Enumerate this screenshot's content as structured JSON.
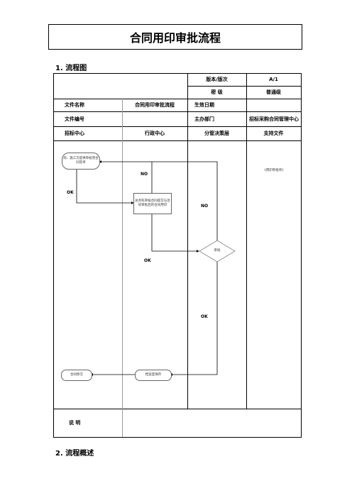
{
  "doc": {
    "title": "合同用印审批流程",
    "section1": "1.   流程图",
    "section2": "2.   流程概述"
  },
  "header": {
    "version_label": "版本/版次",
    "version_value": "A/1",
    "secret_label": "密      级",
    "secret_value": "普通级",
    "name_label": "文件名称",
    "name_value": "合同用印审批流程",
    "effective_label": "生效日期",
    "effective_value": "",
    "number_label": "文件编号",
    "number_value": "",
    "owner_label": "主办部门",
    "owner_value": "招标采购合同管理中心"
  },
  "lanes": [
    "招标中心",
    "行政中心",
    "分管决策层",
    "支持文件"
  ],
  "flow": {
    "start_node": "商、施工方提供审核完合同签单",
    "stamp_node": "总务科审核合同提交与合同审批后的合同用印",
    "review_node": "审批",
    "archive_node": "档案室保存",
    "end_node": "合同移交",
    "support_doc": "《用印审批单》",
    "labels": {
      "ok1": "OK",
      "no1": "NO",
      "no2": "NO",
      "ok2": "OK",
      "ok3": "OK"
    }
  },
  "footer": {
    "note_label": "说   明",
    "note_value": ""
  }
}
